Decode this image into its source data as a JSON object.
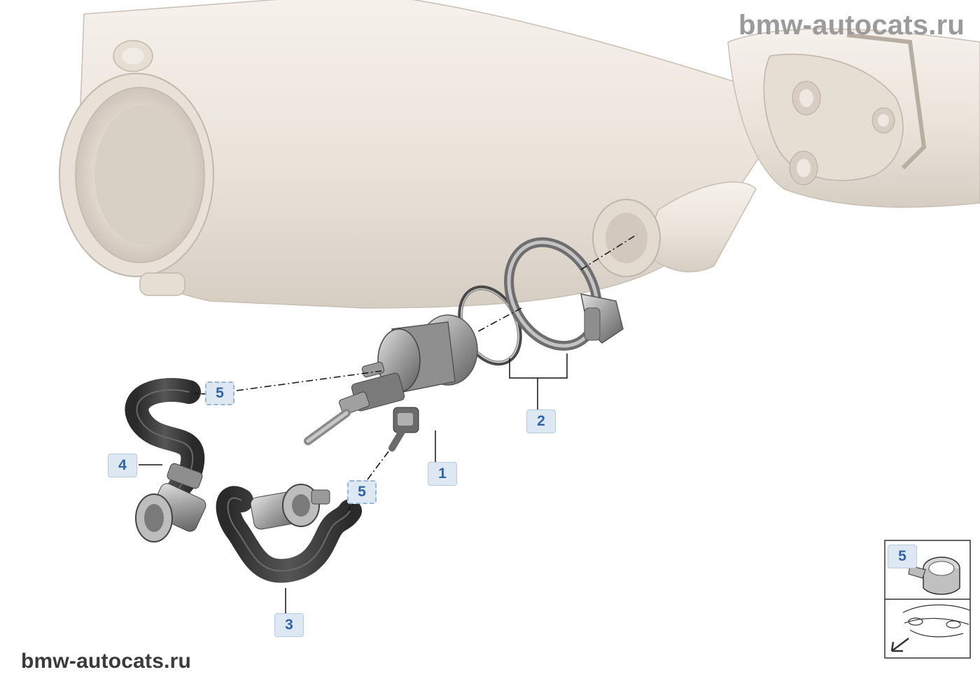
{
  "watermark": {
    "top": "bmw-autocats.ru",
    "bottom": "bmw-autocats.ru"
  },
  "callouts": {
    "part_1": "1",
    "part_2": "2",
    "part_3": "3",
    "part_4": "4",
    "part_5_upper": "5",
    "part_5_lower": "5",
    "legend_5": "5"
  },
  "colors": {
    "housing": "#ede6df",
    "housing_shade": "#d8cfc6",
    "hose": "#3a3a3a",
    "metal": "#a9a9a9",
    "callout_bg": "#dde8f3",
    "callout_text": "#2f65a7"
  }
}
